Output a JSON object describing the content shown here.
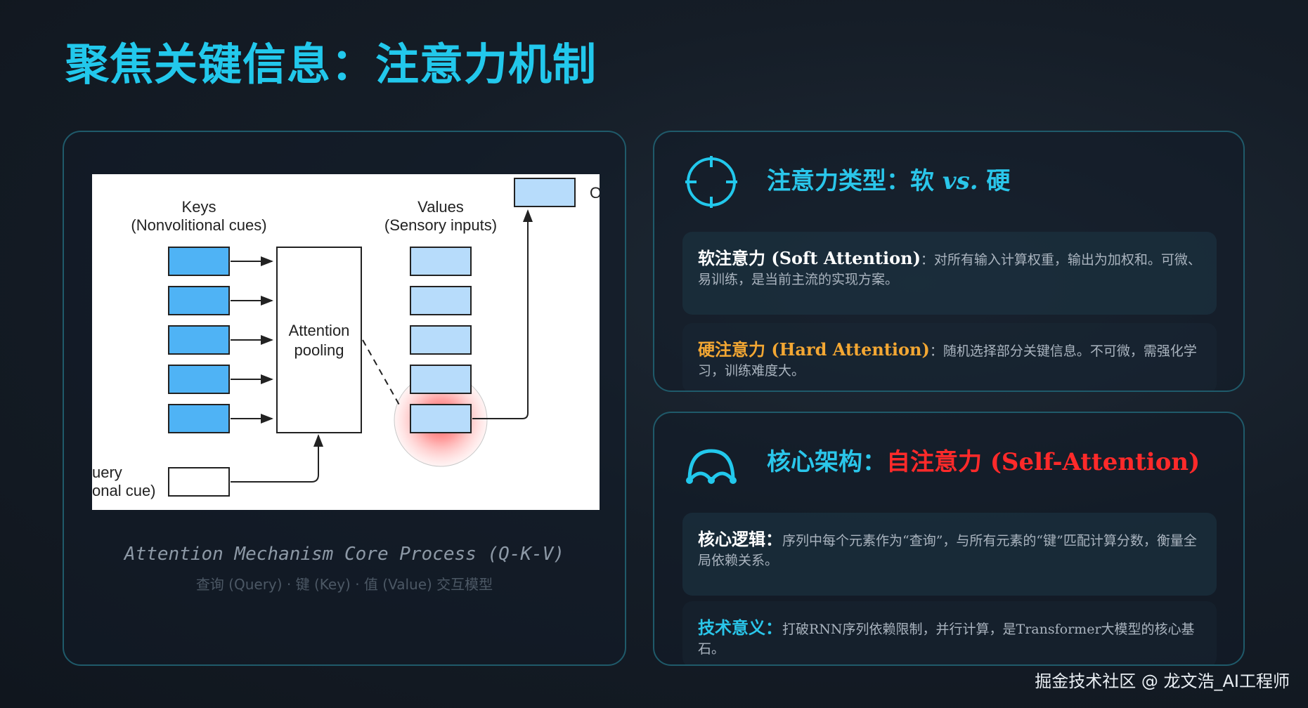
{
  "title": "聚焦关键信息：注意力机制",
  "diagram": {
    "keys_label": "Keys",
    "keys_sublabel": "(Nonvolitional cues)",
    "values_label": "Values",
    "values_sublabel": "(Sensory inputs)",
    "pooling_label_1": "Attention",
    "pooling_label_2": "pooling",
    "query_label_1": "uery",
    "query_label_2": "onal cue)",
    "output_label": "O",
    "caption_main": "Attention Mechanism Core Process (Q-K-V)",
    "caption_sub": "查询 (Query) · 键 (Key) · 值 (Value) 交互模型"
  },
  "attention_types": {
    "heading_prefix": "注意力类型：软",
    "heading_vs": "vs.",
    "heading_suffix": "硬",
    "soft_label": "软注意力 (Soft Attention)",
    "soft_text": "：对所有输入计算权重，输出为加权和。可微、易训练，是当前主流的实现方案。",
    "hard_label": "硬注意力 (Hard Attention)",
    "hard_text": "：随机选择部分关键信息。不可微，需强化学习，训练难度大。"
  },
  "core": {
    "heading_prefix": "核心架构：",
    "heading_accent": "自注意力 (Self-Attention)",
    "logic_label": "核心逻辑：",
    "logic_text": "序列中每个元素作为“查询”，与所有元素的“键”匹配计算分数，衡量全局依赖关系。",
    "meaning_label": "技术意义：",
    "meaning_text": "打破RNN序列依赖限制，并行计算，是Transformer大模型的核心基石。"
  },
  "watermark": "掘金技术社区 @ 龙文浩_AI工程师",
  "colors": {
    "accent": "#22c8ec",
    "self_attention": "#ff2a2a",
    "hard_label": "#f3a733",
    "key_box": "#4fb3f5",
    "value_box": "#b7dcfb"
  }
}
